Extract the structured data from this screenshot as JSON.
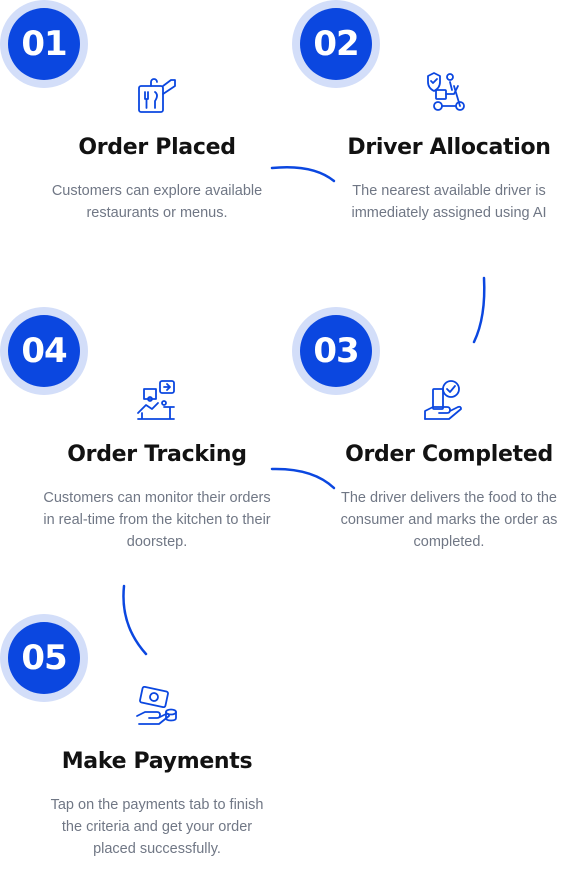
{
  "accent_color": "#0b47e0",
  "badge_ring_color": "#d3def9",
  "steps": [
    {
      "number": "01",
      "icon": "restaurant-menu-icon",
      "title": "Order Placed",
      "description": "Customers can explore available restaurants or menus."
    },
    {
      "number": "02",
      "icon": "delivery-scooter-icon",
      "title": "Driver Allocation",
      "description": "The nearest available driver is immediately assigned using AI"
    },
    {
      "number": "03",
      "icon": "delivered-package-icon",
      "title": "Order Completed",
      "description": "The driver delivers the food to the consumer and marks the order as completed."
    },
    {
      "number": "04",
      "icon": "order-tracking-icon",
      "title": "Order Tracking",
      "description": "Customers can monitor their orders in real-time from the kitchen to their doorstep."
    },
    {
      "number": "05",
      "icon": "cash-payment-icon",
      "title": "Make Payments",
      "description": "Tap on the payments tab to finish the criteria and get your order placed successfully."
    }
  ]
}
